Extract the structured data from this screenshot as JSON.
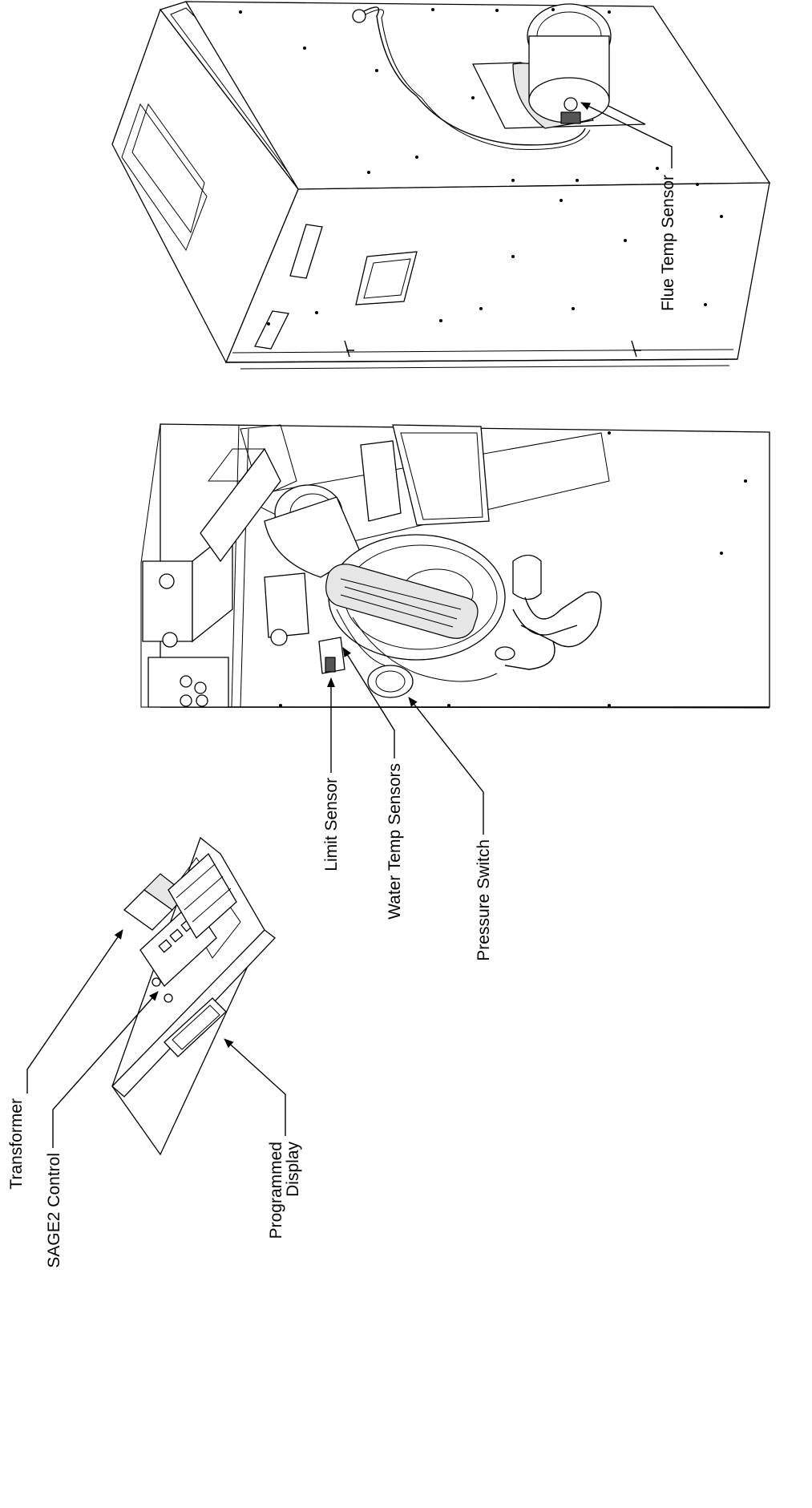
{
  "callouts": {
    "transformer": "Transformer",
    "sage2_control": "SAGE2 Control",
    "programmed_display_line1": "Programmed",
    "programmed_display_line2": "Display",
    "limit_sensor": "Limit Sensor",
    "water_temp_sensors": "Water Temp Sensors",
    "pressure_switch": "Pressure Switch",
    "flue_temp_sensor": "Flue Temp Sensor"
  }
}
